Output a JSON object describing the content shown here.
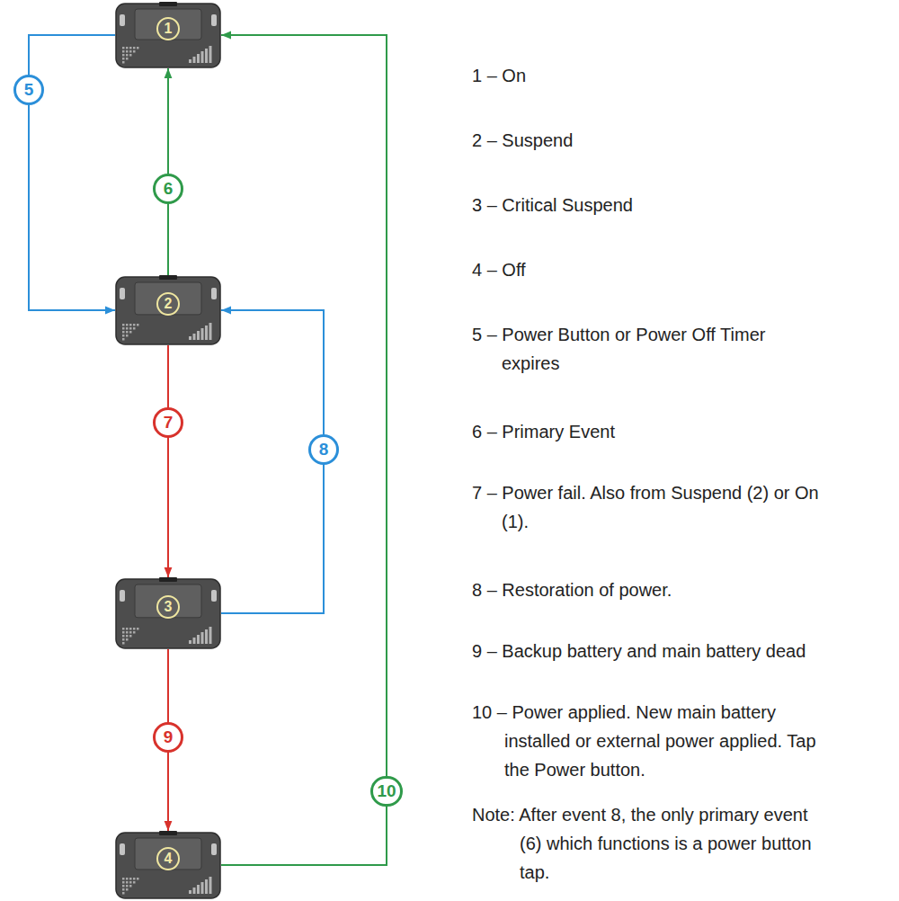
{
  "diagram": {
    "nodes": [
      {
        "text": [
          "1"
        ]
      },
      {
        "text": [
          "2"
        ]
      },
      {
        "text": [
          "3"
        ]
      },
      {
        "text": [
          "4"
        ]
      }
    ],
    "edges": [
      {
        "from": 0,
        "to": 1,
        "arrow": "to",
        "label": "5"
      },
      {
        "from": 1,
        "to": 0,
        "arrow": "to",
        "label": "6"
      },
      {
        "from": 1,
        "to": 2,
        "arrow": "to",
        "label": "7"
      },
      {
        "from": 2,
        "to": 1,
        "arrow": "to",
        "label": "8"
      },
      {
        "from": 2,
        "to": 3,
        "arrow": "to",
        "label": "9"
      },
      {
        "from": 3,
        "to": 0,
        "arrow": "to",
        "label": "10"
      }
    ],
    "labels": [
      "1 – On",
      "2 – Suspend",
      "3 – Critical Suspend",
      "4 – Off",
      "5 – Power Button or Power Off Timer expires",
      "6 – Primary Event",
      "7 – Power fail. Also from Suspend (2) or On (1).",
      "8 – Restoration of power.",
      "9 – Backup battery and main battery dead",
      "10 – Power applied. New main battery installed or external power applied. Tap the Power button.",
      "Note: After event 8, the only primary event (6) which functions is a power button tap."
    ]
  }
}
